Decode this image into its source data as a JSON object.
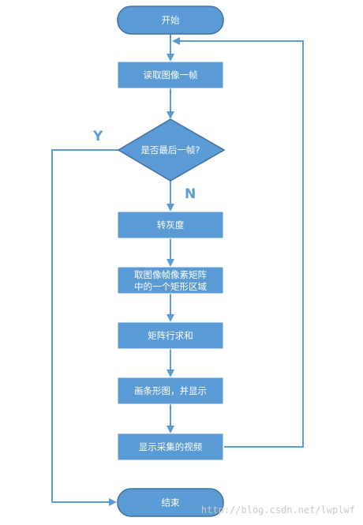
{
  "colors": {
    "fill": "#5b9bd5",
    "stroke": "#41719c",
    "line": "#5b9bd5",
    "text": "#ffffff",
    "watermark": "#c9c9c9"
  },
  "nodes": {
    "start": "开始",
    "read_frame": "读取图像一帧",
    "is_last_frame": "是否最后一帧?",
    "to_gray": "转灰度",
    "take_region_line1": "取图像帧像素矩阵",
    "take_region_line2": "中的一个矩形区域",
    "row_sum": "矩阵行求和",
    "draw_bars": "画条形图，并显示",
    "show_video": "显示采集的视频",
    "end": "结束"
  },
  "branches": {
    "yes": "Y",
    "no": "N"
  },
  "watermark": "http://blog.csdn.net/lwplwf"
}
